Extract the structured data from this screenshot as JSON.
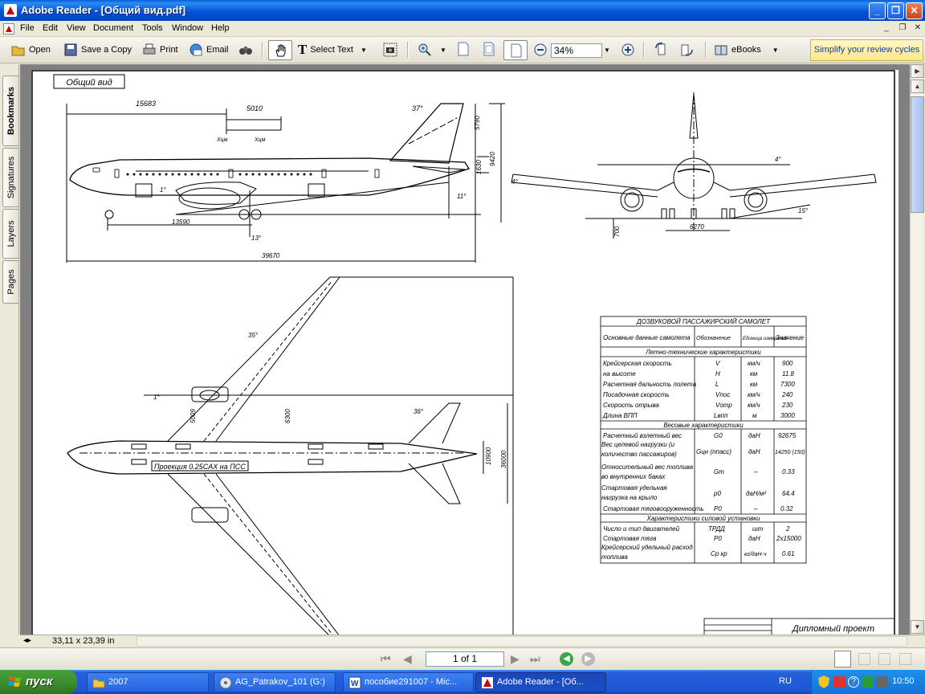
{
  "window": {
    "title": "Adobe Reader - [Общий вид.pdf]"
  },
  "menu": [
    "File",
    "Edit",
    "View",
    "Document",
    "Tools",
    "Window",
    "Help"
  ],
  "toolbar": {
    "open": "Open",
    "save_copy": "Save a Copy",
    "print": "Print",
    "email": "Email",
    "select_text": "Select Text",
    "zoom": "34%",
    "ebooks": "eBooks",
    "promo": "Simplify your review cycles"
  },
  "nav_tabs": [
    "Bookmarks",
    "Signatures",
    "Layers",
    "Pages"
  ],
  "drawing": {
    "title_box": "Общий вид",
    "side_view": {
      "dims": [
        "15683",
        "5010",
        "37°",
        "5790",
        "1630",
        "9420",
        "1°",
        "11°",
        "13590",
        "13°",
        "39670"
      ],
      "labels": [
        "Xцм",
        "Xцм"
      ]
    },
    "front_view": {
      "dims": [
        "4°",
        "4°",
        "15°",
        "700",
        "6270"
      ]
    },
    "top_view": {
      "dims": [
        "35°",
        "1°",
        "5009",
        "6300",
        "36°",
        "10900",
        "36000"
      ],
      "proj_label": "Проекция 0.25CAX на ПСС"
    },
    "table": {
      "title": "ДОЗВУКОВОЙ ПАССАЖИРСКИЙ САМОЛЕТ",
      "headers": [
        "Основные данные самолета",
        "Обозначение",
        "Единица измерения",
        "Значение"
      ],
      "sections": [
        {
          "name": "Летно-технические характеристики",
          "rows": [
            [
              "Крейсерская скорость",
              "V",
              "км/ч",
              "900"
            ],
            [
              "на высоте",
              "H",
              "км",
              "11.8"
            ],
            [
              "Расчетная дальность полета",
              "L",
              "км",
              "7300"
            ],
            [
              "Посадочная скорость",
              "Vпос",
              "км/ч",
              "240"
            ],
            [
              "Скорость отрыва",
              "Vотр",
              "км/ч",
              "230"
            ],
            [
              "Длина ВПП",
              "Lвпп",
              "м",
              "3000"
            ]
          ]
        },
        {
          "name": "Весовые характеристики",
          "rows": [
            [
              "Расчетный взлетный вес",
              "G0",
              "даН",
              "92675"
            ],
            [
              "Вес целевой нагрузки (и количество пассажиров)",
              "Gцн (nпасс)",
              "даН",
              "14250 (150)"
            ],
            [
              "Относительный вес топлива во внутренних баках",
              "Gт",
              "–",
              "0.33"
            ],
            [
              "Стартовая удельная нагрузка на крыло",
              "p0",
              "даН/м²",
              "64.4"
            ],
            [
              "Стартовая тяговооруженность",
              "P0",
              "–",
              "0.32"
            ]
          ]
        },
        {
          "name": "Характеристики силовой установки",
          "rows": [
            [
              "Число и тип двигателей",
              "ТРДД",
              "шт",
              "2"
            ],
            [
              "Стартовая тяга",
              "P0",
              "даН",
              "2x15000"
            ],
            [
              "Крейсерский удельный расход топлива",
              "Cр кр",
              "кг/даН·ч",
              "0.61"
            ]
          ]
        }
      ]
    },
    "stamp": "Дипломный проект"
  },
  "status": {
    "page_size": "33,11 x 23,39 in",
    "page_indicator": "1 of 1"
  },
  "taskbar": {
    "start": "пуск",
    "tasks": [
      "2007",
      "AG_Patrakov_101 (G:)",
      "пособие291007 - Mic...",
      "Adobe Reader - [Об..."
    ],
    "lang": "RU",
    "clock": "10:50"
  }
}
